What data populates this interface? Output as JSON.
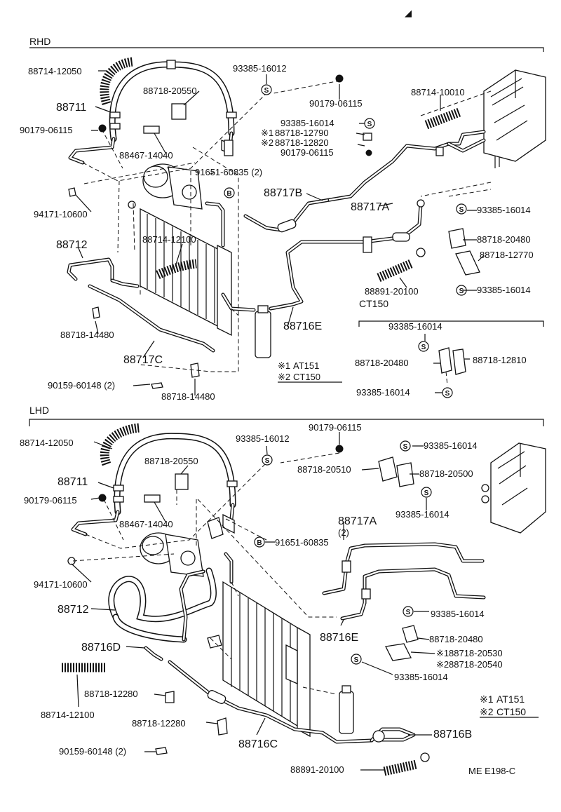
{
  "corner_mark": "◢",
  "sym": {
    "s": "S",
    "b": "B"
  },
  "rhd": {
    "section_label": "RHD",
    "parts": {
      "p1": "88714-12050",
      "p2": "93385-16012",
      "p3": "88718-20550",
      "p4": "90179-06115",
      "p5": "88714-10010",
      "p6": "88711",
      "p7": "90179-06115",
      "p8": "93385-16014",
      "p9": "88718-12790",
      "p10": "88718-12820",
      "p11": "90179-06115",
      "p12": "88467-14040",
      "p13": "91651-60835 (2)",
      "p14": "88717B",
      "p15": "88717A",
      "p16": "94171-10600",
      "p17": "93385-16014",
      "p18": "88714-12100",
      "p19": "88718-20480",
      "p20": "88712",
      "p21": "88718-12770",
      "p22": "88891-20100",
      "p23": "93385-16014",
      "p24": "CT150",
      "p25": "88718-14480",
      "p26": "88716E",
      "p27": "93385-16014",
      "p28": "88717C",
      "p29": "88718-20480",
      "p30": "88718-12810",
      "p31": "90159-60148 (2)",
      "p32": "93385-16014",
      "p33": "88718-14480"
    },
    "note1": {
      "mark": "※1",
      "code": "AT151"
    },
    "note2": {
      "mark": "※2",
      "code": "CT150"
    },
    "mark1": "※1",
    "mark2": "※2"
  },
  "lhd": {
    "section_label": "LHD",
    "parts": {
      "p1": "88714-12050",
      "p2": "93385-16012",
      "p3": "90179-06115",
      "p4": "93385-16014",
      "p5": "88718-20550",
      "p6": "88718-20510",
      "p7": "88718-20500",
      "p8": "88711",
      "p9": "90179-06115",
      "p10": "93385-16014",
      "p11": "88467-14040",
      "p12": "88717A",
      "p13": "(2)",
      "p14": "91651-60835",
      "p15": "94171-10600",
      "p16": "88712",
      "p17": "93385-16014",
      "p18": "88716E",
      "p19": "88718-20480",
      "p20": "88716D",
      "p21": "88718-20530",
      "p22": "88718-20540",
      "p23": "93385-16014",
      "p24": "88718-12280",
      "p25": "88714-12100",
      "p26": "88718-12280",
      "p27": "88716C",
      "p28": "88716B",
      "p29": "90159-60148 (2)",
      "p30": "88891-20100"
    },
    "note1": {
      "mark": "※1",
      "code": "AT151"
    },
    "note2": {
      "mark": "※2",
      "code": "CT150"
    },
    "mark1": "※1",
    "mark2": "※2"
  },
  "figure_code": "ME E198-C"
}
